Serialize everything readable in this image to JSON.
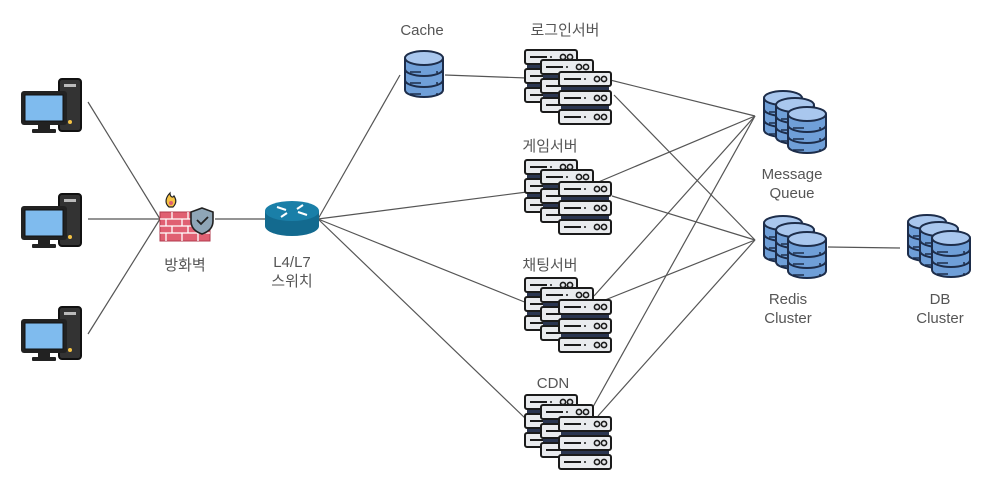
{
  "diagram": {
    "title": "",
    "colors": {
      "line": "#555555",
      "label": "#555555",
      "db_fill": "#6f9fd8",
      "db_top": "#a9c7ee",
      "db_stroke": "#1d2d4a",
      "router": "#1a7fa8",
      "server_fill": "#e9ebee",
      "server_dark": "#2a3550",
      "monitor_screen": "#7fbbee",
      "firewall_brick": "#e06072",
      "shield": "#8fa6b7",
      "flame": "#f6c344"
    },
    "nodes": [
      {
        "id": "pc1",
        "type": "pc",
        "label": ""
      },
      {
        "id": "pc2",
        "type": "pc",
        "label": ""
      },
      {
        "id": "pc3",
        "type": "pc",
        "label": ""
      },
      {
        "id": "firewall",
        "type": "firewall",
        "label": "방화벽"
      },
      {
        "id": "switch",
        "type": "router",
        "label": "L4/L7\n스위치"
      },
      {
        "id": "cache",
        "type": "database",
        "label": "Cache"
      },
      {
        "id": "login",
        "type": "server-stack",
        "label": "로그인서버"
      },
      {
        "id": "game",
        "type": "server-stack",
        "label": "게임서버"
      },
      {
        "id": "chat",
        "type": "server-stack",
        "label": "채팅서버"
      },
      {
        "id": "cdn",
        "type": "server-stack",
        "label": "CDN"
      },
      {
        "id": "mq",
        "type": "database-cluster",
        "label": "Message\nQueue"
      },
      {
        "id": "redis",
        "type": "database-cluster",
        "label": "Redis\nCluster"
      },
      {
        "id": "db",
        "type": "database-cluster",
        "label": "DB\nCluster"
      }
    ],
    "edges": [
      [
        "pc1",
        "firewall"
      ],
      [
        "pc2",
        "firewall"
      ],
      [
        "pc3",
        "firewall"
      ],
      [
        "firewall",
        "switch"
      ],
      [
        "switch",
        "cache"
      ],
      [
        "switch",
        "game"
      ],
      [
        "switch",
        "chat"
      ],
      [
        "switch",
        "cdn"
      ],
      [
        "cache",
        "login"
      ],
      [
        "login",
        "mq"
      ],
      [
        "login",
        "redis"
      ],
      [
        "game",
        "mq"
      ],
      [
        "game",
        "redis"
      ],
      [
        "chat",
        "mq"
      ],
      [
        "chat",
        "redis"
      ],
      [
        "cdn",
        "mq"
      ],
      [
        "cdn",
        "redis"
      ],
      [
        "redis",
        "db"
      ]
    ]
  }
}
